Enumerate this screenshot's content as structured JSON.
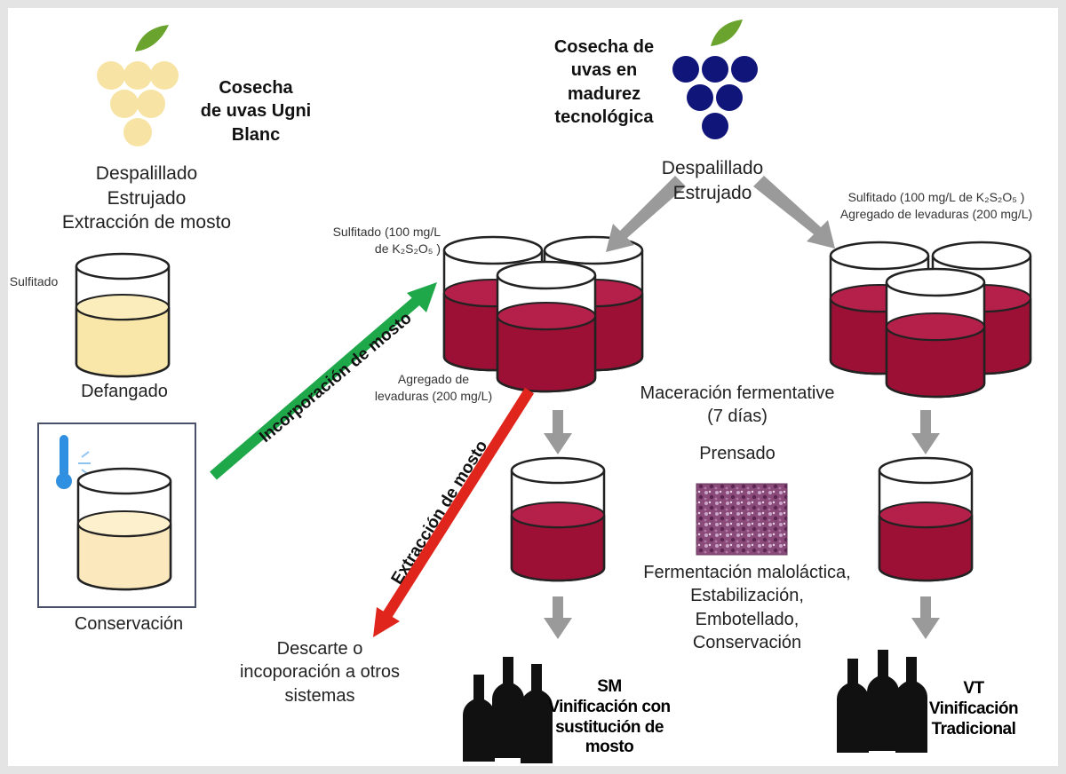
{
  "colors": {
    "wine": "#9b1034",
    "wine_dark": "#7a0c27",
    "white_must": "#f8e7a8",
    "white_grape": "#f7e3a4",
    "dark_grape": "#10157a",
    "leaf": "#6aa32e",
    "arrow_gray": "#9a9a9a",
    "arrow_green": "#1fa84a",
    "arrow_red": "#e0251c",
    "thermometer": "#2f8fe0"
  },
  "labels": {
    "ugni_harvest": [
      "Cosecha",
      "de uvas Ugni",
      "Blanc"
    ],
    "ugni_steps": [
      "Despalillado",
      "Estrujado",
      "Extracción de mosto"
    ],
    "sulfitado_left": "Sulfitado",
    "defangado": "Defangado",
    "conservacion": "Conservación",
    "tech_harvest": [
      "Cosecha de",
      "uvas en",
      "madurez",
      "tecnológica"
    ],
    "tech_steps": [
      "Despalillado",
      "Estrujado"
    ],
    "sulf_center": [
      "Sulfitado (100 mg/L",
      "de K₂S₂O₅ )"
    ],
    "sulf_right": [
      "Sulfitado (100 mg/L de K₂S₂O₅ )",
      "Agregado de levaduras (200 mg/L)"
    ],
    "yeast_center": [
      "Agregado de",
      "levaduras (200 mg/L)"
    ],
    "incorporacion": "Incorporación de mosto",
    "extraccion": "Extracción de mosto",
    "maceracion": [
      "Maceración fermentative",
      "(7 días)"
    ],
    "prensado": "Prensado",
    "post_steps": [
      "Fermentación maloláctica,",
      "Estabilización,",
      "Embotellado,",
      "Conservación"
    ],
    "descarte": [
      "Descarte o",
      "incoporación a otros",
      "sistemas"
    ],
    "sm_result": [
      "SM",
      "Vinificación con",
      "sustitución de",
      "mosto"
    ],
    "vt_result": [
      "VT",
      "Vinificación",
      "Tradicional"
    ]
  }
}
